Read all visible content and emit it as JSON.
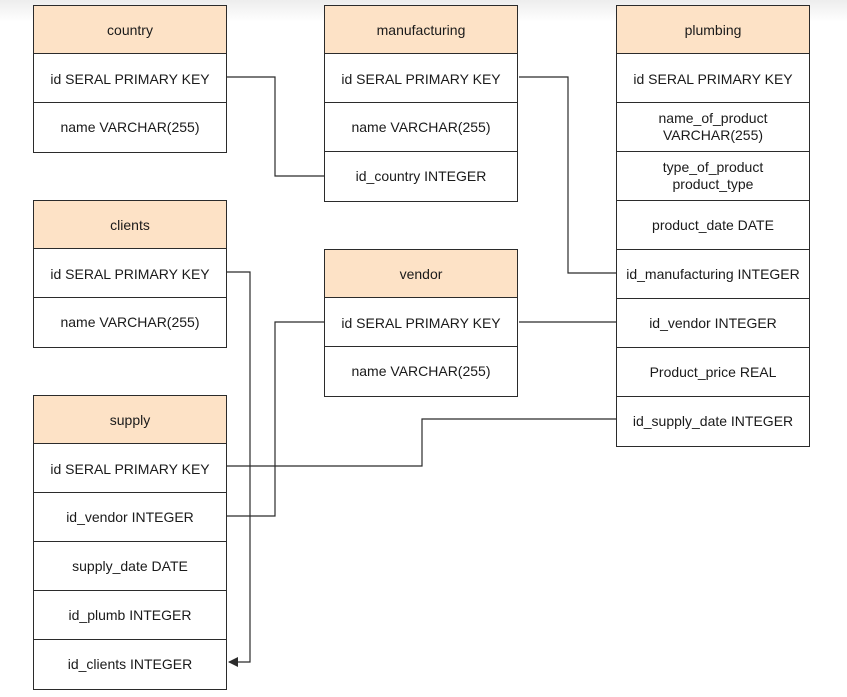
{
  "colors": {
    "header": "#fde2c6",
    "border": "#2b2b2b",
    "line": "#2b2b2b"
  },
  "entities": {
    "country": {
      "title": "country",
      "fields": [
        "id SERAL PRIMARY KEY",
        "name VARCHAR(255)"
      ]
    },
    "manufacturing": {
      "title": "manufacturing",
      "fields": [
        "id SERAL PRIMARY KEY",
        "name VARCHAR(255)",
        "id_country INTEGER"
      ]
    },
    "plumbing": {
      "title": "plumbing",
      "fields": [
        "id SERAL PRIMARY KEY",
        "name_of_product VARCHAR(255)",
        "type_of_product product_type",
        "product_date DATE",
        "id_manufacturing INTEGER",
        "id_vendor INTEGER",
        "Product_price REAL",
        "id_supply_date INTEGER"
      ]
    },
    "clients": {
      "title": "clients",
      "fields": [
        "id SERAL PRIMARY KEY",
        "name VARCHAR(255)"
      ]
    },
    "vendor": {
      "title": "vendor",
      "fields": [
        "id SERAL PRIMARY KEY",
        "name VARCHAR(255)"
      ]
    },
    "supply": {
      "title": "supply",
      "fields": [
        "id SERAL PRIMARY KEY",
        "id_vendor INTEGER",
        "supply_date DATE",
        "id_plumb INTEGER",
        "id_clients INTEGER"
      ]
    }
  }
}
